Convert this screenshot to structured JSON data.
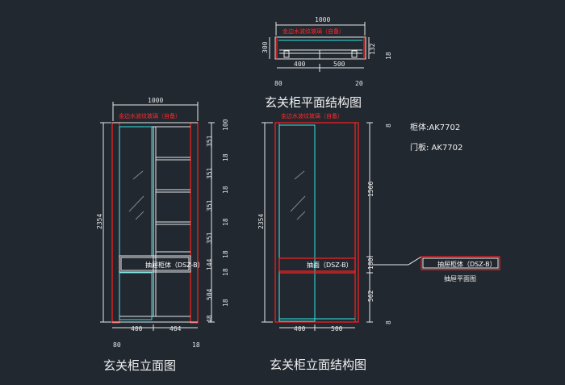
{
  "plan": {
    "title": "玄关柜平面结构图",
    "note": "金边水波纹玻璃（自备）",
    "dims": {
      "width": "1000",
      "depth": "300",
      "left_part": "400",
      "right_part": "500",
      "side_small": "132",
      "side_eight": "18",
      "bottom_left": "80",
      "bottom_right": "20"
    }
  },
  "elevation": {
    "title": "玄关柜立面图",
    "note": "金边水波纹玻璃（自备）",
    "drawer_label": "抽屉柜体（DSZ-B）",
    "dims": {
      "width": "1000",
      "height": "2354",
      "bottom": [
        "80",
        "400",
        "464",
        "18"
      ],
      "right": [
        "100",
        "351",
        "18",
        "351",
        "18",
        "351",
        "18",
        "351",
        "18",
        "144",
        "18",
        "504",
        "18",
        "48"
      ]
    }
  },
  "structure": {
    "title": "玄关柜立面结构图",
    "note": "金边水波纹玻璃（自备）",
    "drawer_face_label": "抽面（DSZ-B）",
    "dims": {
      "height": "2354",
      "bottom": [
        "400",
        "500"
      ],
      "right": [
        "8",
        "1566",
        "180",
        "562",
        "8"
      ]
    }
  },
  "info": {
    "cabinet": "柜体:AK7702",
    "door": "门板: AK7702"
  },
  "drawer_plan": {
    "label": "抽屉柜体（DSZ-B）",
    "title": "抽屉平面图"
  }
}
